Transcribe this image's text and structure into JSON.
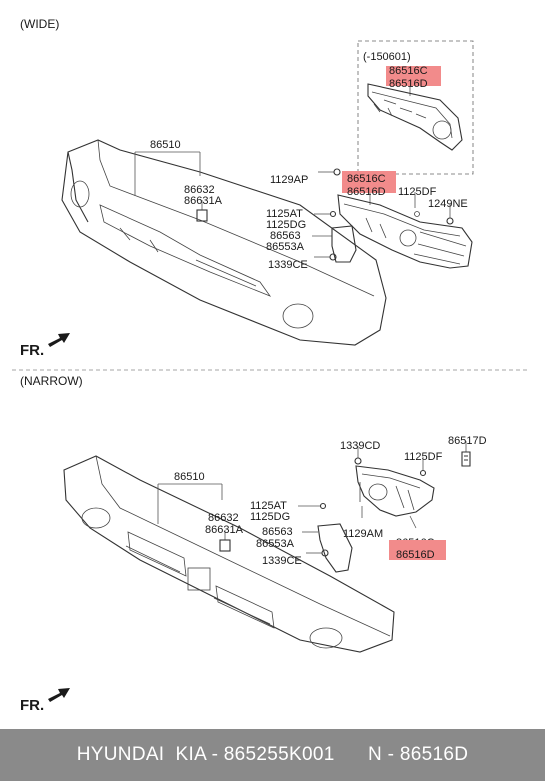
{
  "sections": {
    "wide": "(WIDE)",
    "narrow": "(NARROW)",
    "inset": "(-150601)"
  },
  "direction_label": "FR.",
  "wide_labels": {
    "bumper": "86510",
    "bracket_a": "86632",
    "bracket_b": "86631A",
    "bolt_ap": "1129AP",
    "mount_c": "86516C",
    "mount_d": "86516D",
    "bolt_df": "1125DF",
    "bolt_ne": "1249NE",
    "bolt_at": "1125AT",
    "bolt_dg": "1125DG",
    "stay_a": "86563",
    "stay_b": "86553A",
    "nut_ce": "1339CE",
    "inset_c": "86516C",
    "inset_d": "86516D"
  },
  "narrow_labels": {
    "bumper": "86510",
    "bracket_a": "86632",
    "bracket_b": "86631A",
    "nut_cd": "1339CD",
    "bolt_df": "1125DF",
    "clip": "86517D",
    "bolt_at": "1125AT",
    "bolt_dg": "1125DG",
    "stay_a": "86563",
    "stay_b": "86553A",
    "nut_ce": "1339CE",
    "bolt_am": "1129AM",
    "mount_c": "86516C",
    "mount_d": "86516D"
  },
  "highlight_color": "#f28b8b",
  "footer": "HYUNDAI  KIA - 865255K001      N - 86516D"
}
